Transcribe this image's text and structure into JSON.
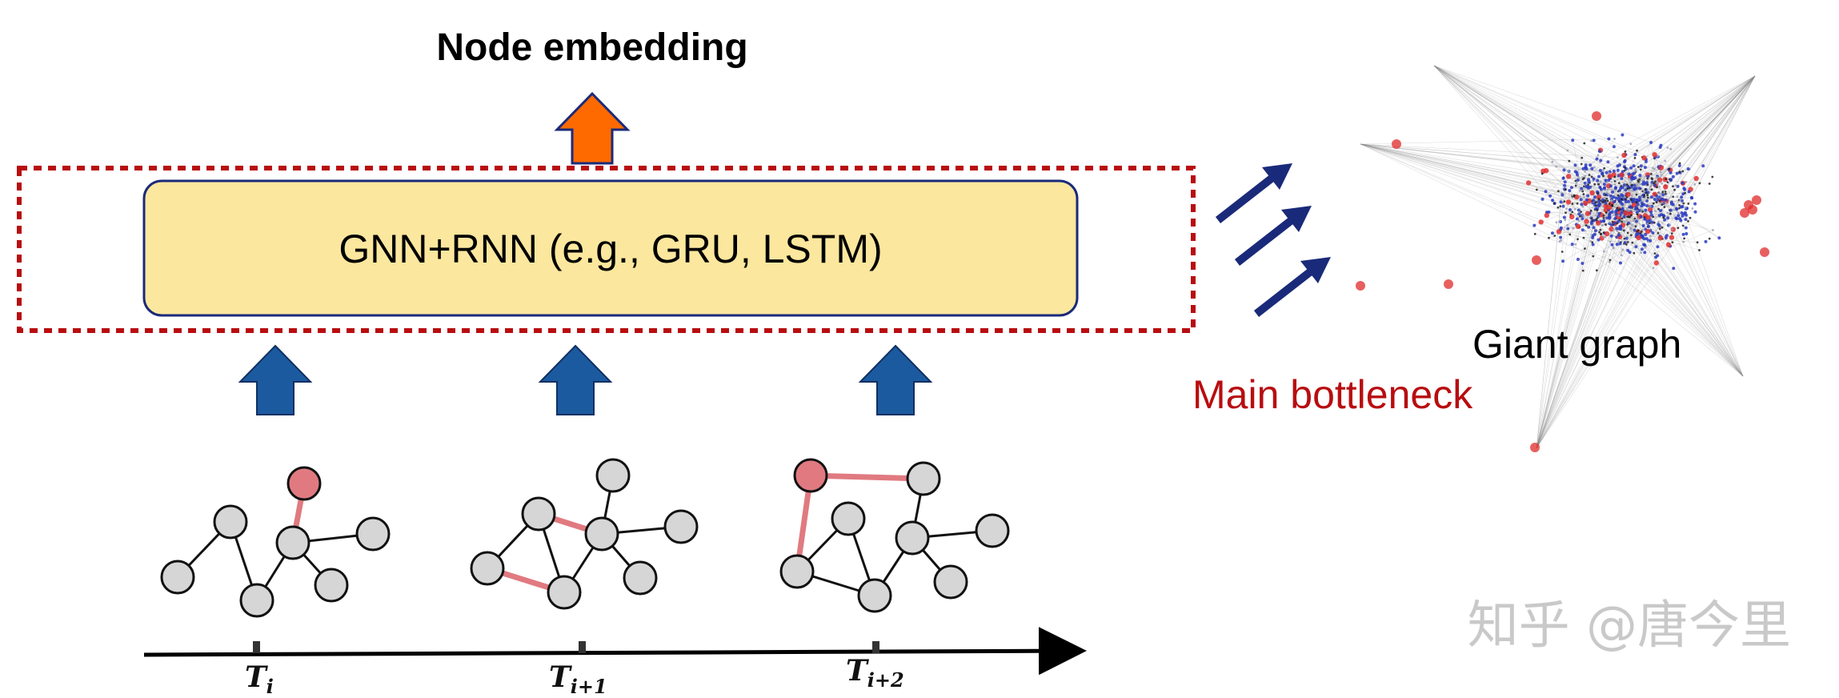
{
  "title": "Node embedding",
  "model_label": "GNN+RNN (e.g., GRU, LSTM)",
  "giant_graph_label": "Giant graph",
  "bottleneck_label": "Main bottleneck",
  "timeline": [
    {
      "base": "T",
      "sub": "i"
    },
    {
      "base": "T",
      "sub": "i+1"
    },
    {
      "base": "T",
      "sub": "i+2"
    }
  ],
  "watermark": "知乎 @唐今里",
  "colors": {
    "model_fill": "#fce79e",
    "dashed_border": "#b80d10",
    "up_arrow_blue": "#1c5aa0",
    "output_arrow_orange": "#ff6a00",
    "node_gray": "#d6d6d6",
    "node_highlight": "#e07a80",
    "edge_highlight": "#e07a80",
    "navy_arrow": "#1a2a7a"
  }
}
